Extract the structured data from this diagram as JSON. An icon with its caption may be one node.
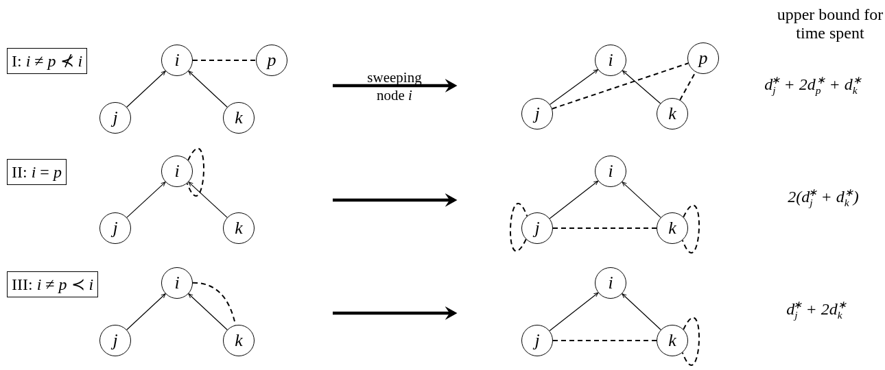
{
  "diagram": {
    "nodes": [
      {
        "text": [
          "I: *i* ≠ *p* ⊀ *i*"
        ]
      },
      {
        "text": [
          "i"
        ]
      },
      {
        "text": [
          "p"
        ]
      },
      {
        "text": [
          "j"
        ]
      },
      {
        "text": [
          "k"
        ]
      },
      {
        "text": [
          "i"
        ]
      },
      {
        "text": [
          "p"
        ]
      },
      {
        "text": [
          "j"
        ]
      },
      {
        "text": [
          "k"
        ]
      },
      {
        "text": [
          "II: *i* = *p*"
        ]
      },
      {
        "text": [
          "i"
        ]
      },
      {
        "text": [
          "j"
        ]
      },
      {
        "text": [
          "k"
        ]
      },
      {
        "text": [
          "i"
        ]
      },
      {
        "text": [
          "j"
        ]
      },
      {
        "text": [
          "k"
        ]
      },
      {
        "text": [
          "III: *i* ≠ *p* ≺ *i*"
        ]
      },
      {
        "text": [
          "i"
        ]
      },
      {
        "text": [
          "j"
        ]
      },
      {
        "text": [
          "k"
        ]
      },
      {
        "text": [
          "i"
        ]
      },
      {
        "text": [
          "j"
        ]
      },
      {
        "text": [
          "k"
        ]
      }
    ],
    "edges": [
      {
        "from": 3,
        "to": 1,
        "arrow": "to"
      },
      {
        "from": 4,
        "to": 1,
        "arrow": "to"
      },
      {
        "from": 1,
        "to": 2,
        "arrow": "none",
        "style": "dashed"
      },
      {
        "from": 7,
        "to": 5,
        "arrow": "to"
      },
      {
        "from": 8,
        "to": 5,
        "arrow": "to"
      },
      {
        "from": 7,
        "to": 6,
        "arrow": "none",
        "style": "dashed"
      },
      {
        "from": 8,
        "to": 6,
        "arrow": "none",
        "style": "dashed"
      },
      {
        "from": 11,
        "to": 10,
        "arrow": "to"
      },
      {
        "from": 12,
        "to": 10,
        "arrow": "to"
      },
      {
        "from": 10,
        "to": 10,
        "arrow": "none",
        "style": "dashed"
      },
      {
        "from": 14,
        "to": 13,
        "arrow": "to"
      },
      {
        "from": 15,
        "to": 13,
        "arrow": "to"
      },
      {
        "from": 14,
        "to": 15,
        "arrow": "none",
        "style": "dashed"
      },
      {
        "from": 14,
        "to": 14,
        "arrow": "none",
        "style": "dashed"
      },
      {
        "from": 15,
        "to": 15,
        "arrow": "none",
        "style": "dashed"
      },
      {
        "from": 18,
        "to": 17,
        "arrow": "to"
      },
      {
        "from": 19,
        "to": 17,
        "arrow": "to"
      },
      {
        "from": 17,
        "to": 19,
        "arrow": "none",
        "style": "dashed"
      },
      {
        "from": 21,
        "to": 20,
        "arrow": "to"
      },
      {
        "from": 22,
        "to": 20,
        "arrow": "to"
      },
      {
        "from": 21,
        "to": 22,
        "arrow": "none",
        "style": "dashed"
      },
      {
        "from": 22,
        "to": 22,
        "arrow": "none",
        "style": "dashed"
      }
    ],
    "labels": [
      "sweeping node *i*",
      "upper bound for time spent",
      "d$_{j}$$^{∗}$ + 2d$_{p}$$^{∗}$ + d$_{k}$$^{∗}$",
      "2(d$_{j}$$^{∗}$ + d$_{k}$$^{∗}$)",
      "d$_{j}$$^{∗}$ + 2d$_{k}$$^{∗}$"
    ]
  }
}
